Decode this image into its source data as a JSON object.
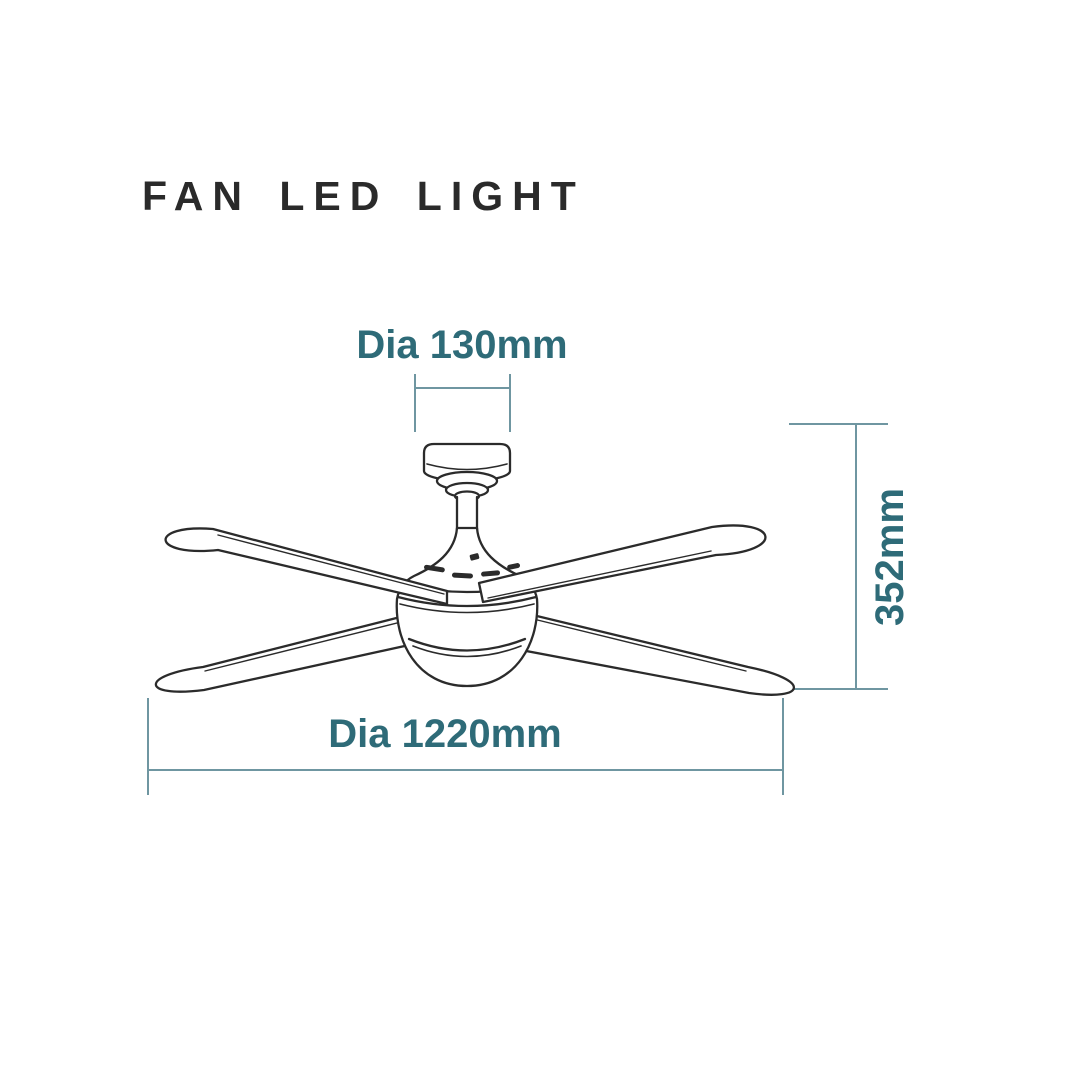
{
  "title": "FAN LED LIGHT",
  "dimensions": {
    "canopy_diameter": {
      "label": "Dia 130mm"
    },
    "height": {
      "label": "352mm"
    },
    "blade_sweep": {
      "label": "Dia 1220mm"
    }
  },
  "colors": {
    "background": "#ffffff",
    "title_text": "#2a2a2a",
    "line_art": "#2b2b2b",
    "dimension_line": "#6f96a1",
    "dimension_text": "#2e6b78"
  }
}
